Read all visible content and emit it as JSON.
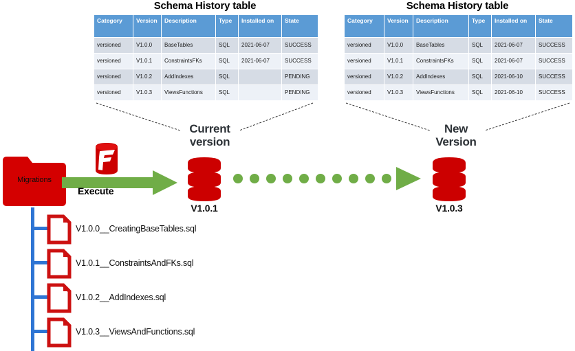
{
  "diagram": {
    "title_left": "Schema History table",
    "title_right": "Schema History table",
    "columns": [
      "Category",
      "Version",
      "Description",
      "Type",
      "Installed on",
      "State"
    ],
    "left_table": {
      "rows": [
        [
          "versioned",
          "V1.0.0",
          "BaseTables",
          "SQL",
          "2021-06-07",
          "SUCCESS"
        ],
        [
          "versioned",
          "V1.0.1",
          "ConstraintsFKs",
          "SQL",
          "2021-06-07",
          "SUCCESS"
        ],
        [
          "versioned",
          "V1.0.2",
          "AddIndexes",
          "SQL",
          "",
          "PENDING"
        ],
        [
          "versioned",
          "V1.0.3",
          "ViewsFunctions",
          "SQL",
          "",
          "PENDING"
        ]
      ]
    },
    "right_table": {
      "rows": [
        [
          "versioned",
          "V1.0.0",
          "BaseTables",
          "SQL",
          "2021-06-07",
          "SUCCESS"
        ],
        [
          "versioned",
          "V1.0.1",
          "ConstraintsFKs",
          "SQL",
          "2021-06-07",
          "SUCCESS"
        ],
        [
          "versioned",
          "V1.0.2",
          "AddIndexes",
          "SQL",
          "2021-06-10",
          "SUCCESS"
        ],
        [
          "versioned",
          "V1.0.3",
          "ViewsFunctions",
          "SQL",
          "2021-06-10",
          "SUCCESS"
        ]
      ]
    },
    "current_version_label": "Current\nversion",
    "current_version_line1": "Current",
    "current_version_line2": "version",
    "current_version_value": "V1.0.1",
    "new_version_line1": "New",
    "new_version_line2": "Version",
    "new_version_value": "V1.0.3",
    "folder_label": "Migrations",
    "execute_label": "Execute",
    "flyway_logo_name": "flyway-logo",
    "files": [
      "V1.0.0__CreatingBaseTables.sql",
      "V1.0.1__ConstraintsAndFKs.sql",
      "V1.0.2__AddIndexes.sql",
      "V1.0.3__ViewsAndFunctions.sql"
    ],
    "dot_count": 10,
    "colors": {
      "header_blue": "#5B9BD5",
      "row_dark": "#D6DCE5",
      "row_light": "#EDF1F7",
      "db_red": "#CC0000",
      "folder_red": "#D40000",
      "arrow_green": "#70AD47",
      "tree_blue": "#2E75D4",
      "file_red": "#CC1111",
      "label_gray": "#2E3338"
    }
  }
}
